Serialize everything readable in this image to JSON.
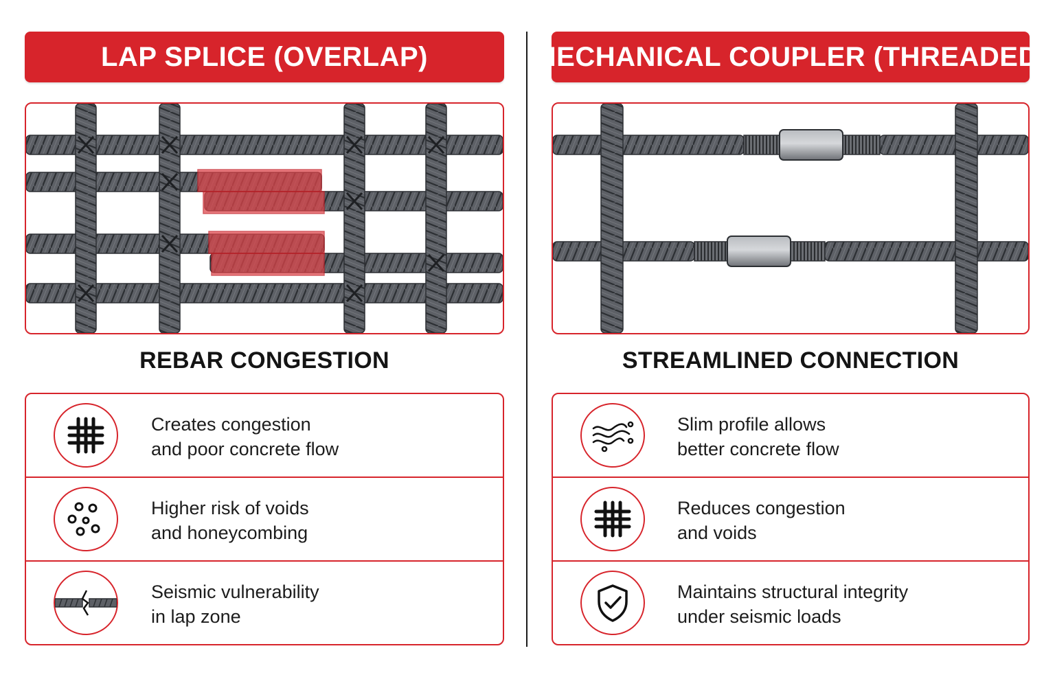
{
  "left": {
    "title": "LAP SPLICE (OVERLAP)",
    "caption": "REBAR CONGESTION",
    "features": [
      {
        "icon": "grid-icon",
        "line1": "Creates congestion",
        "line2": "and poor concrete flow"
      },
      {
        "icon": "voids-icon",
        "line1": "Higher risk of voids",
        "line2": "and honeycombing"
      },
      {
        "icon": "cracked-rebar-icon",
        "line1": "Seismic vulnerability",
        "line2": "in lap zone"
      }
    ]
  },
  "right": {
    "title": "MECHANICAL COUPLER (THREADED)",
    "caption": "STREAMLINED CONNECTION",
    "features": [
      {
        "icon": "flow-icon",
        "line1": "Slim profile allows",
        "line2": "better concrete flow"
      },
      {
        "icon": "grid-icon",
        "line1": "Reduces congestion",
        "line2": "and voids"
      },
      {
        "icon": "shield-check-icon",
        "line1": "Maintains structural integrity",
        "line2": "under seismic loads"
      }
    ]
  },
  "colors": {
    "accent": "#d7242b",
    "rebar": "#5a5d62",
    "rebar_dark": "#2f3235",
    "splice_highlight": "#e0454a",
    "text": "#1c1c1c"
  }
}
